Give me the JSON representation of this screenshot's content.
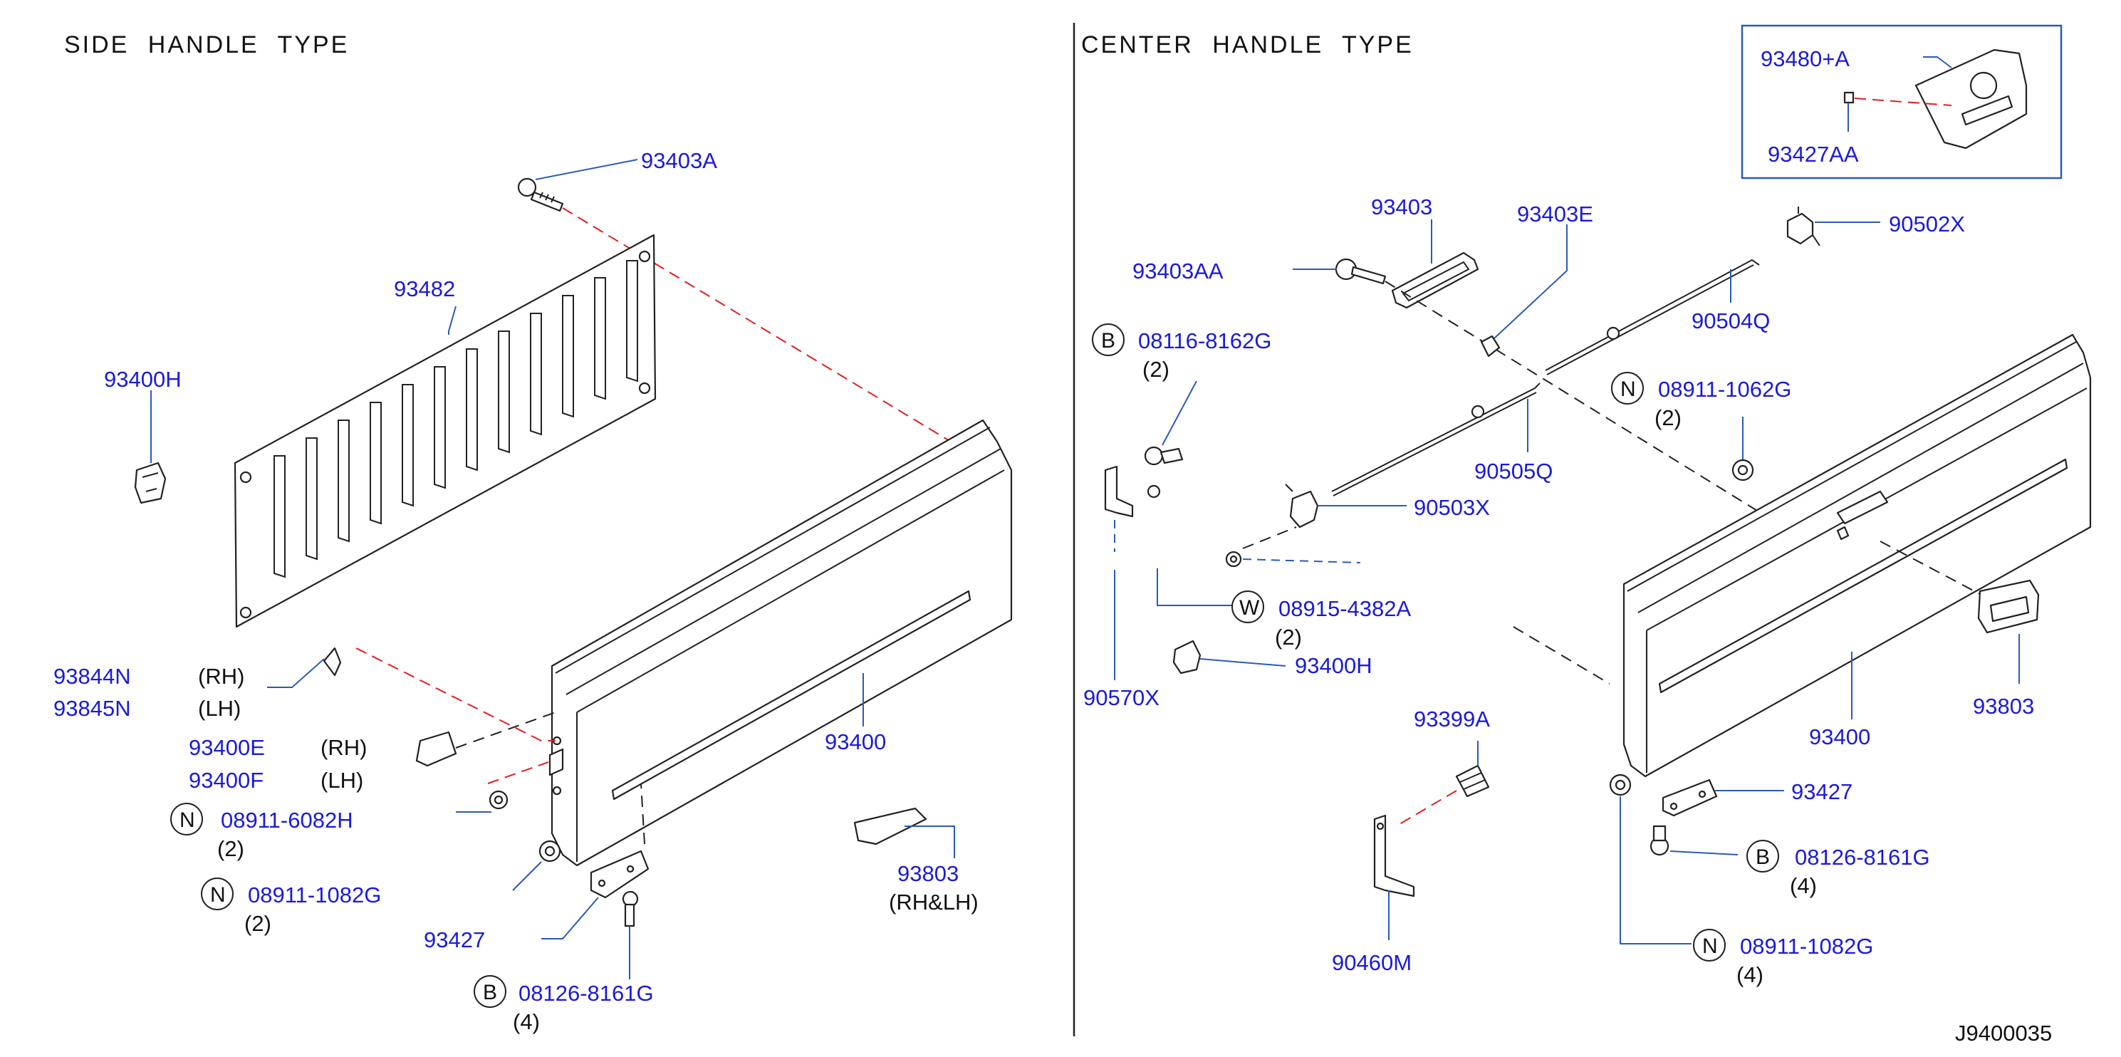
{
  "sections": {
    "left_title": "SIDE HANDLE TYPE",
    "right_title": "CENTER HANDLE TYPE"
  },
  "diagram_id": "J9400035",
  "callouts": {
    "l_93403A": "93403A",
    "l_93482": "93482",
    "l_93400H": "93400H",
    "l_93844N": "93844N",
    "l_93844N_note": "(RH)",
    "l_93845N": "93845N",
    "l_93845N_note": "(LH)",
    "l_93400E": "93400E",
    "l_93400E_note": "(RH)",
    "l_93400F": "93400F",
    "l_93400F_note": "(LH)",
    "l_N1_bullet": "N",
    "l_08911_6082H": "08911-6082H",
    "l_08911_6082H_qty": "(2)",
    "l_N2_bullet": "N",
    "l_08911_1082G": "08911-1082G",
    "l_08911_1082G_qty": "(2)",
    "l_93427": "93427",
    "l_B_bullet": "B",
    "l_08126_8161G": "08126-8161G",
    "l_08126_8161G_qty": "(4)",
    "l_93400": "93400",
    "l_93803": "93803",
    "l_93803_note": "(RH&LH)",
    "r_93480A": "93480+A",
    "r_93427AA": "93427AA",
    "r_93403": "93403",
    "r_93403E": "93403E",
    "r_90502X": "90502X",
    "r_93403AA": "93403AA",
    "r_B1_bullet": "B",
    "r_08116_8162G": "08116-8162G",
    "r_08116_8162G_qty": "(2)",
    "r_90504Q": "90504Q",
    "r_N1_bullet": "N",
    "r_08911_1062G": "08911-1062G",
    "r_08911_1062G_qty": "(2)",
    "r_90505Q": "90505Q",
    "r_90503X": "90503X",
    "r_W_bullet": "W",
    "r_08915_4382A": "08915-4382A",
    "r_08915_4382A_qty": "(2)",
    "r_93400H": "93400H",
    "r_90570X": "90570X",
    "r_93399A": "93399A",
    "r_93400": "93400",
    "r_93803": "93803",
    "r_93427": "93427",
    "r_B2_bullet": "B",
    "r_08126_8161G": "08126-8161G",
    "r_08126_8161G_qty": "(4)",
    "r_90460M": "90460M",
    "r_N2_bullet": "N",
    "r_08911_1082G": "08911-1082G",
    "r_08911_1082G_qty": "(4)"
  },
  "colors": {
    "part_number": "#1a1adb",
    "leader_line": "#2a5ab8",
    "dashed_red": "#e02020",
    "outline": "#222222"
  }
}
